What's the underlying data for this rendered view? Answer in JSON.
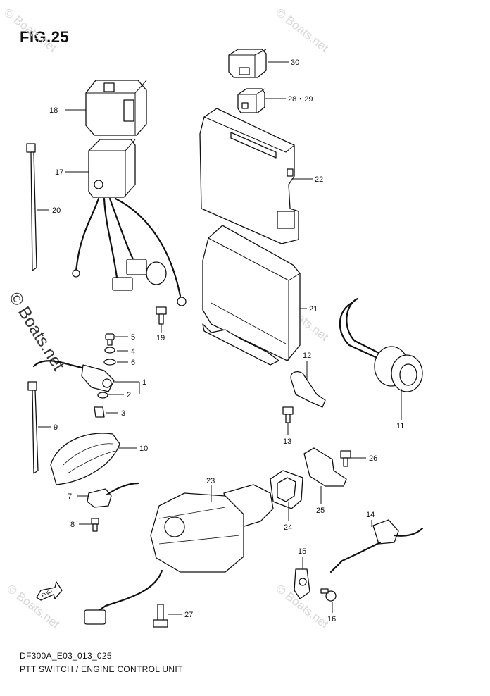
{
  "figure": {
    "title": "FIG.25",
    "diagram_code": "DF300A_E03_013_025",
    "caption": "PTT SWITCH / ENGINE CONTROL UNIT"
  },
  "watermark": {
    "text": "© Boats.net"
  },
  "fwd_label": "FWD",
  "callouts": [
    "30",
    "28・29",
    "18",
    "22",
    "17",
    "20",
    "21",
    "19",
    "5",
    "4",
    "6",
    "1",
    "2",
    "3",
    "12",
    "11",
    "9",
    "10",
    "13",
    "26",
    "7",
    "23",
    "25",
    "14",
    "8",
    "24",
    "15",
    "16",
    "27"
  ]
}
